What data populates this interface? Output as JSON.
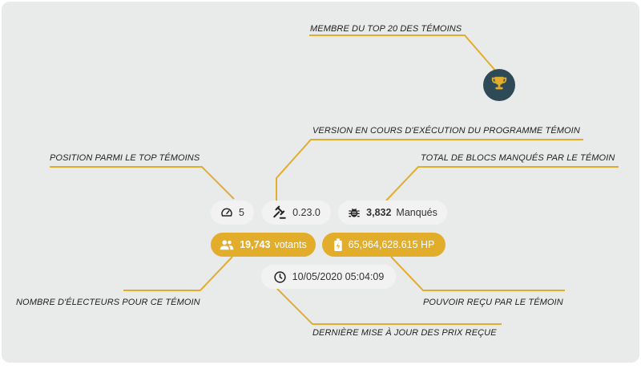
{
  "annotations": {
    "top20": "MEMBRE DU TOP 20 DES TÉMOINS",
    "version": "VERSION EN COURS D'EXÉCUTION DU PROGRAMME TÉMOIN",
    "position": "POSITION PARMI LE TOP TÉMOINS",
    "missed": "TOTAL DE BLOCS MANQUÉS PAR LE TÉMOIN",
    "voters": "NOMBRE D'ÉLECTEURS POUR CE TÉMOIN",
    "power": "POUVOIR REÇU PAR LE TÉMOIN",
    "price": "DERNIÈRE MISE À JOUR DES PRIX REÇUE"
  },
  "stats": {
    "rank": "5",
    "version": "0.23.0",
    "missed_count": "3,832",
    "missed_label": "Manqués",
    "voters_count": "19,743",
    "voters_label": "votants",
    "power": "65,964,628.615 HP",
    "price_update": "10/05/2020 05:04:09"
  },
  "icons": {
    "trophy": "trophy-icon",
    "rank": "speedometer-icon",
    "version": "gavel-icon",
    "missed": "bug-icon",
    "voters": "users-icon",
    "power": "battery-charging-icon",
    "price": "clock-icon"
  },
  "colors": {
    "background": "#e9eaea",
    "accent": "#e3ad2c",
    "trophy_bg": "#2e4a57",
    "pill_light": "#f2f2f2"
  }
}
